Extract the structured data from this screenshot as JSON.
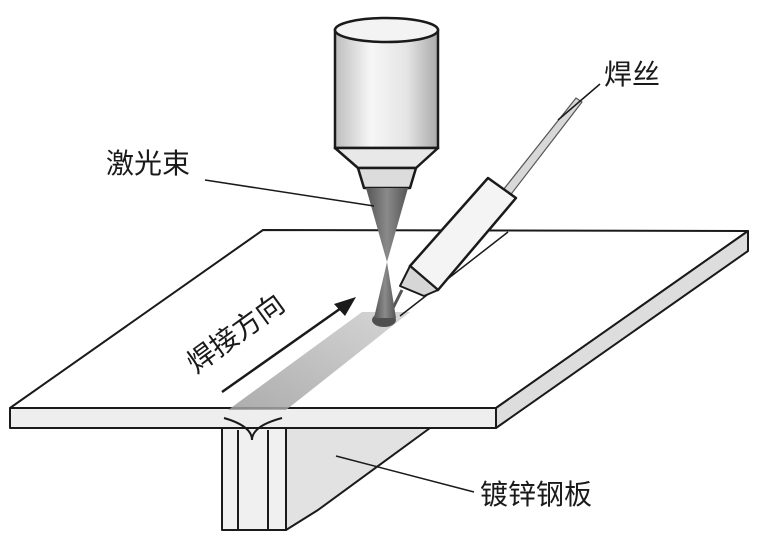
{
  "labels": {
    "laser_beam": "激光束",
    "welding_wire": "焊丝",
    "welding_direction": "焊接方向",
    "galvanized_steel_sheet": "镀锌钢板"
  },
  "colors": {
    "ink": "#1a1a1a",
    "plate_face": "#ffffff",
    "plate_edge": "#e9e9e9",
    "weld_seam": "#bdbdbd",
    "laser_cone": "#6a6a6a",
    "laser_head": "#f2f2f2",
    "nozzle": "#f4f4f4",
    "wire": "#d8d8d8"
  }
}
